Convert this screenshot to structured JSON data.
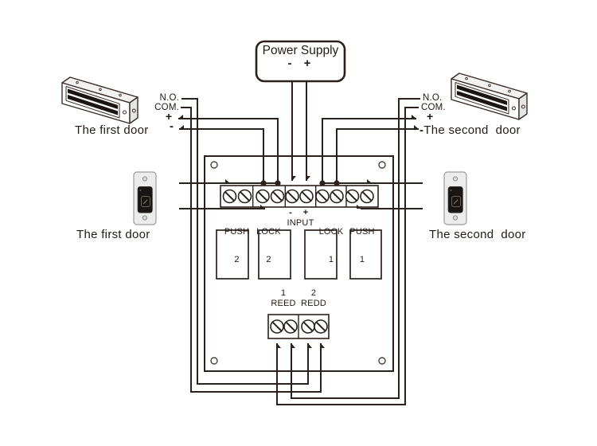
{
  "power_supply": {
    "title": "Power Supply",
    "minus": "-",
    "plus": "+"
  },
  "first_door": {
    "maglock_label": "The first door",
    "button_label": "The first door",
    "no": "N.O.",
    "com": "COM.",
    "plus": "+",
    "minus": "-"
  },
  "second_door": {
    "maglock_label": "The second  door",
    "maglock_label_prefix": "-",
    "button_label": "The second  door",
    "no": "N.O.",
    "com": "COM.",
    "plus": "+"
  },
  "board": {
    "groups": [
      {
        "line1": "PUSH",
        "line2": "2"
      },
      {
        "line1": "LOCK",
        "line2": "2"
      },
      {
        "minus": "-",
        "plus": "+",
        "line2": "INPUT"
      },
      {
        "line1": "LOCK",
        "line2": "1"
      },
      {
        "line1": "PUSH",
        "line2": "1"
      }
    ],
    "reed": {
      "num1": "1",
      "num2": "2",
      "label1": "REED",
      "label2": "REDD"
    }
  },
  "colors": {
    "line": "#2a211c",
    "text": "#231a15",
    "background": "#ffffff"
  }
}
